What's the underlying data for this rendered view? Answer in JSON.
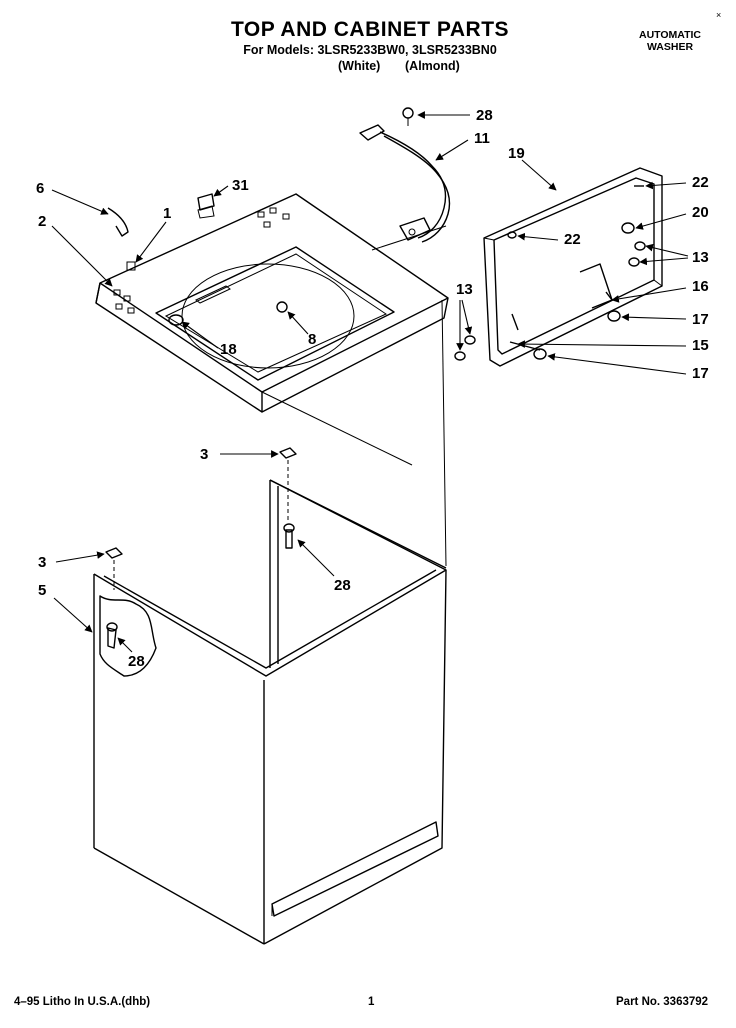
{
  "header": {
    "title": "TOP AND CABINET PARTS",
    "models_label": "For Models: 3LSR5233BW0, 3LSR5233BN0",
    "variant_white": "(White)",
    "variant_almond": "(Almond)",
    "appliance_line1": "AUTOMATIC",
    "appliance_line2": "WASHER",
    "corner_mark": "×"
  },
  "callouts": {
    "c28_top": "28",
    "c11": "11",
    "c19": "19",
    "c6": "6",
    "c31": "31",
    "c1": "1",
    "c2": "2",
    "c22_right": "22",
    "c22_inner": "22",
    "c20": "20",
    "c13_right": "13",
    "c16": "16",
    "c17_upper": "17",
    "c15": "15",
    "c17_lower": "17",
    "c13_left": "13",
    "c8": "8",
    "c18": "18",
    "c3_center": "3",
    "c3_left": "3",
    "c5": "5",
    "c28_center": "28",
    "c28_left": "28"
  },
  "footer": {
    "litho": "4–95 Litho In U.S.A.(dhb)",
    "page_number": "1",
    "part_number": "Part No. 3363792"
  }
}
